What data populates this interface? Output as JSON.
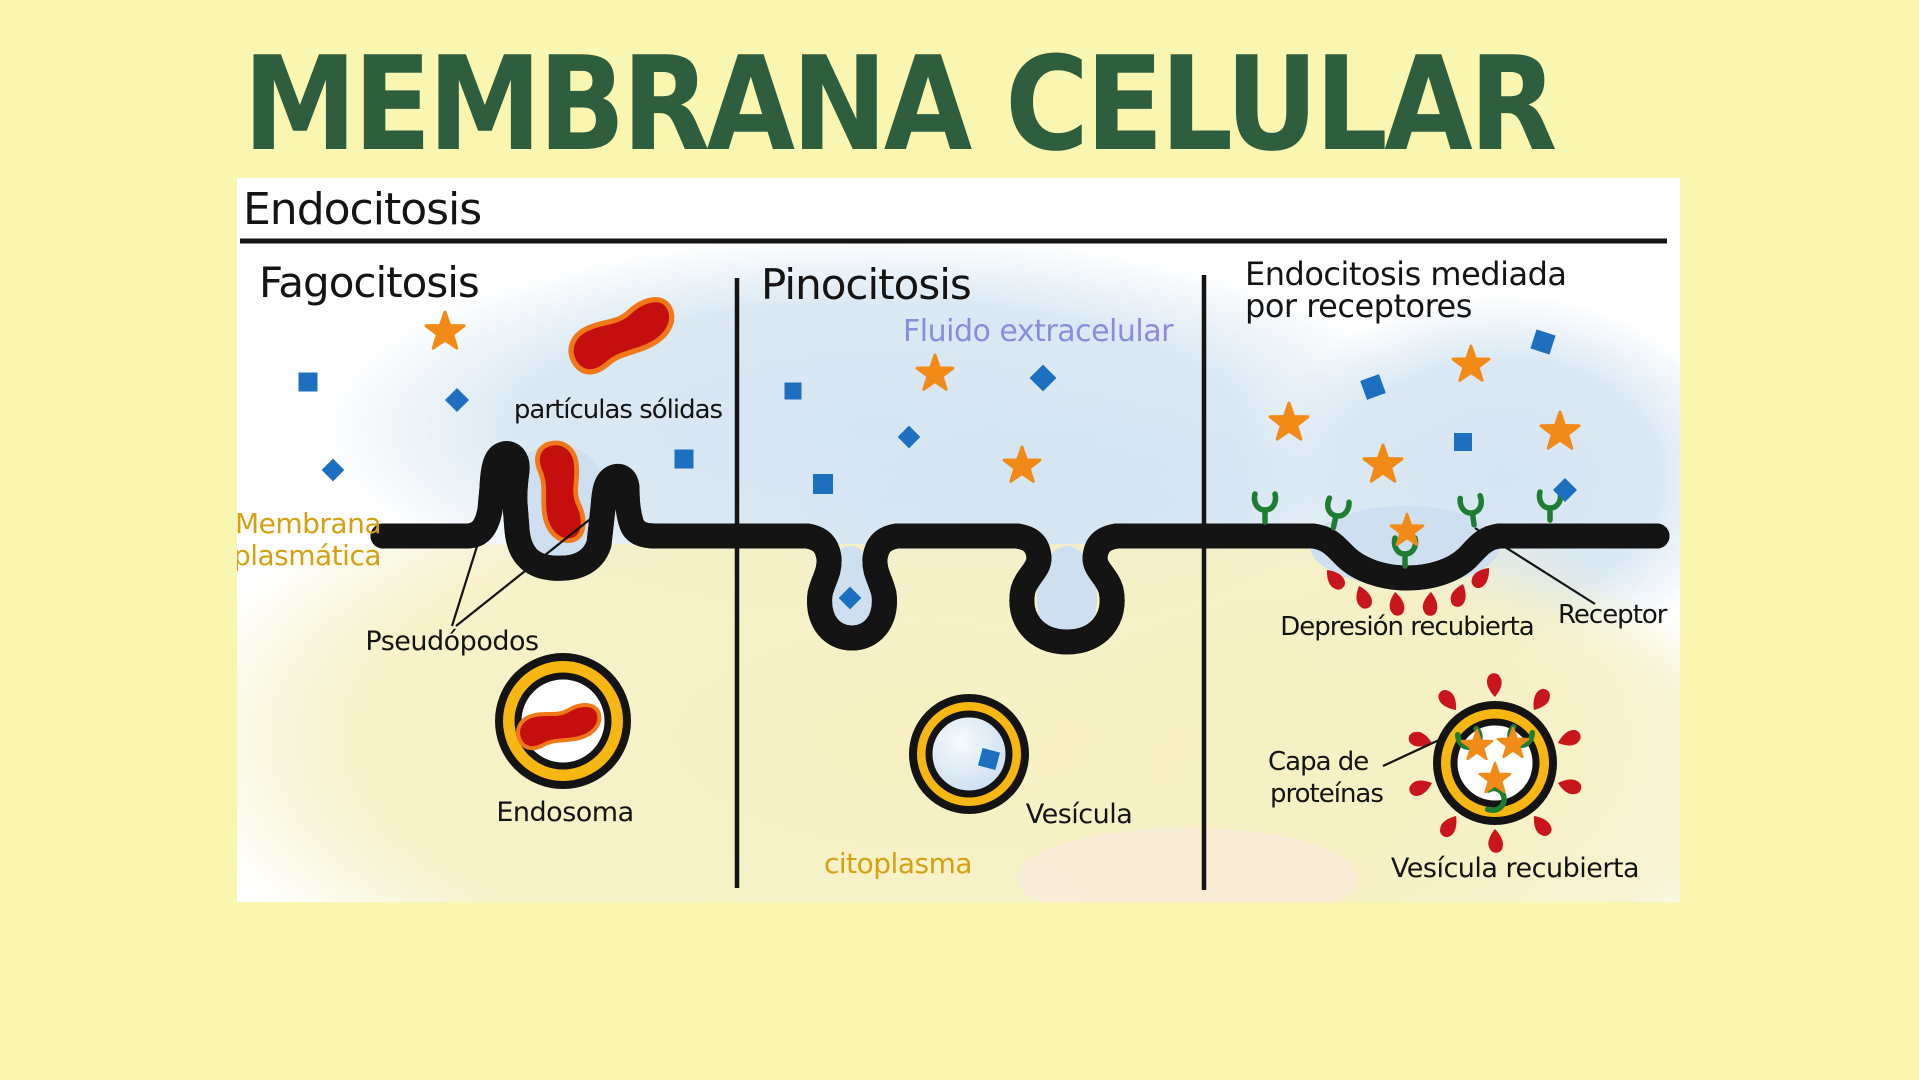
{
  "title": "MEMBRANA CELULAR",
  "panel": {
    "heading": "Endocitosis",
    "sections": {
      "fagocitosis": {
        "heading": "Fagocitosis",
        "labels": {
          "particulas": "partículas sólidas",
          "membrana_line1": "Membrana",
          "membrana_line2": "plasmática",
          "pseudopodos": "Pseudópodos",
          "endosoma": "Endosoma"
        }
      },
      "pinocitosis": {
        "heading": "Pinocitosis",
        "labels": {
          "fluido": "Fluido extracelular",
          "vesicula": "Vesícula",
          "citoplasma": "citoplasma"
        }
      },
      "receptores": {
        "heading_line1": "Endocitosis mediada",
        "heading_line2": "por receptores",
        "labels": {
          "depresion": "Depresión recubierta",
          "receptor": "Receptor",
          "capa_line1": "Capa de",
          "capa_line2": "proteínas",
          "vesicula_recubierta": "Vesícula recubierta"
        }
      }
    },
    "icons": {
      "solid_particle": "red-bean-icon",
      "solute_star": "orange-star-icon",
      "solute_square": "blue-square-icon",
      "solute_diamond": "blue-diamond-icon",
      "receptor": "green-receptor-icon",
      "protein_spike": "red-spike-icon"
    },
    "colors": {
      "page_bg": "#F9F6B2",
      "title_green": "#2F5E3F",
      "membrane_yellow": "#F7B713",
      "membrane_outline": "#141414",
      "star_orange": "#F28A18",
      "particle_blue": "#1D6FBF",
      "bean_red": "#C50F0F",
      "bean_outline": "#F07818",
      "receptor_green": "#1E7D32",
      "spike_red": "#C8161C",
      "gold_text": "#D4A112",
      "fluid_text": "#8C8CDB",
      "extracellular_blue": "#D7E6F3",
      "cytoplasm_yellow": "#F7F2C6"
    }
  }
}
